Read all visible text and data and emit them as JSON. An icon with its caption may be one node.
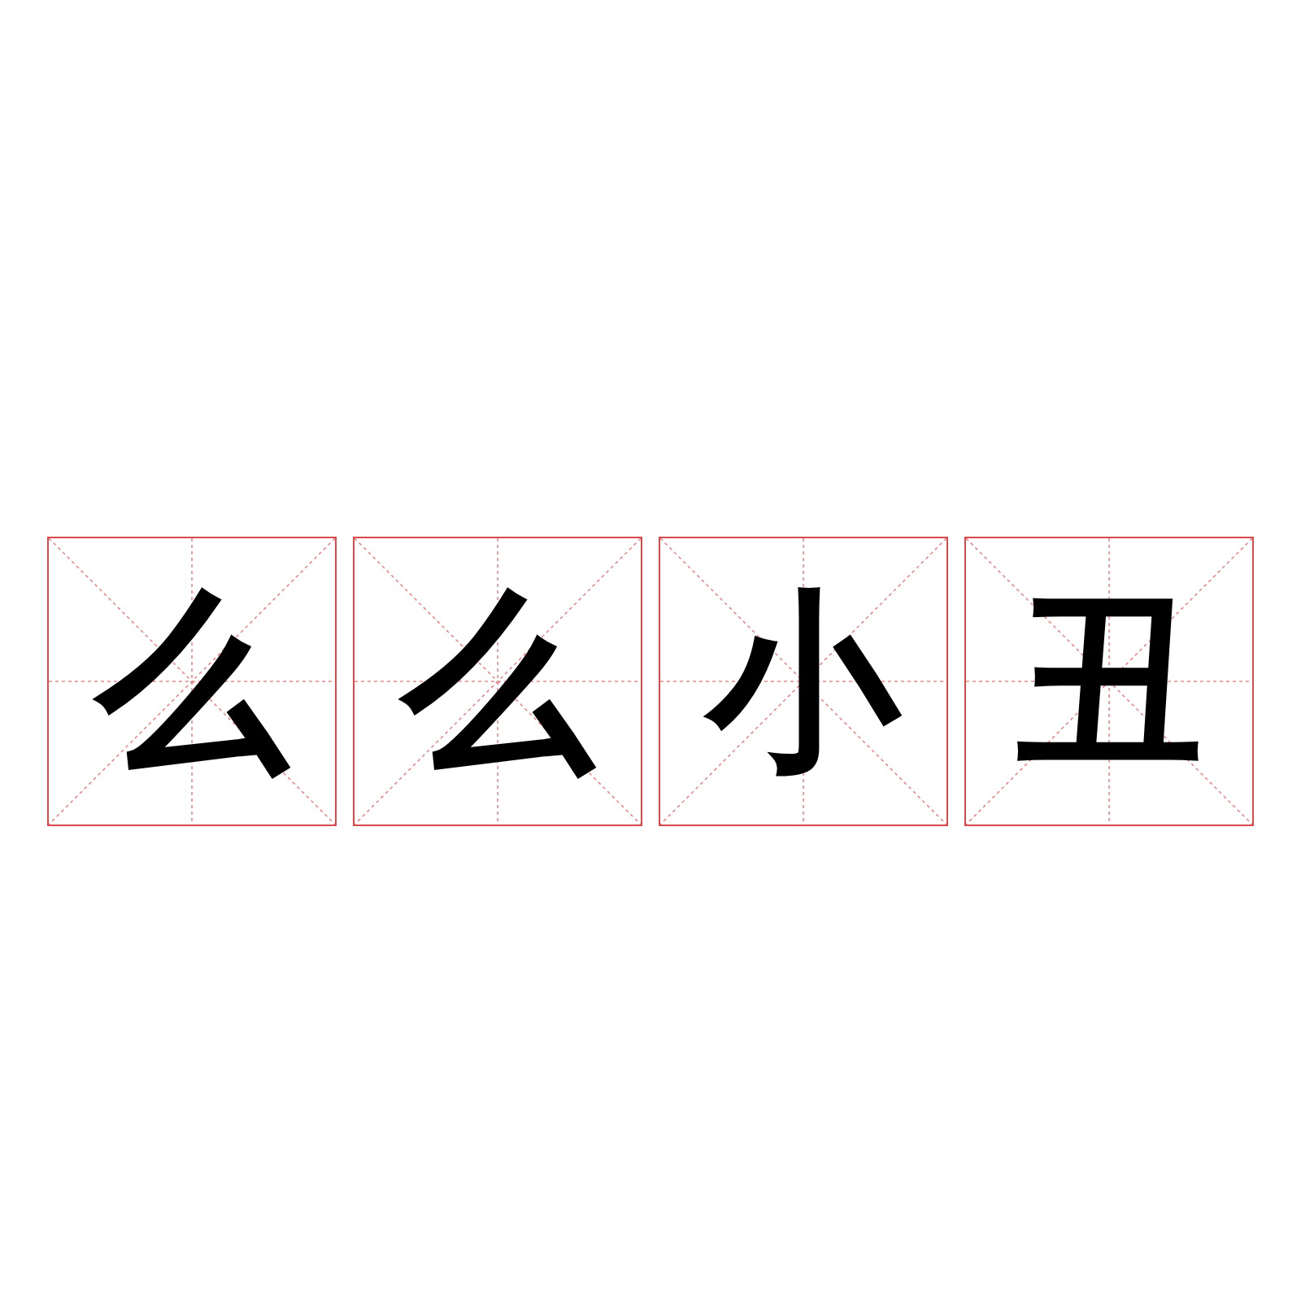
{
  "diagram": {
    "nodes": [
      {
        "text": [
          "么"
        ]
      },
      {
        "text": [
          "么"
        ]
      },
      {
        "text": [
          "小"
        ]
      },
      {
        "text": [
          "丑"
        ]
      }
    ]
  }
}
